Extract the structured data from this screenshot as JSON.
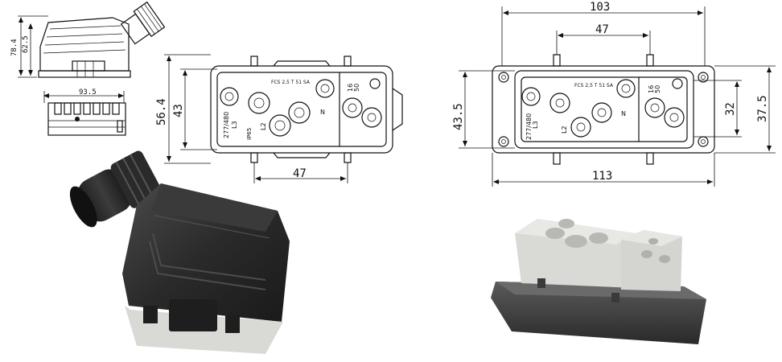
{
  "top_view": {
    "dim_height_outer": "78.4",
    "dim_height_inner": "62.5",
    "dim_length": "93.5"
  },
  "left_front_view": {
    "dim_height_outer": "56.4",
    "dim_height_inner": "43",
    "dim_pitch": "47",
    "label_fcs": "FCS 2,5 T 51 SA",
    "label_277": "277/480",
    "label_ip65": "IP65",
    "label_l3": "L3",
    "label_l2": "L2",
    "label_16": "16",
    "label_50": "50",
    "label_n": "N"
  },
  "right_front_view": {
    "dim_width_top": "103",
    "dim_pitch": "47",
    "dim_height_left": "43.5",
    "dim_height_inner": "32",
    "dim_height_outer": "37.5",
    "dim_width_bottom": "113",
    "label_fcs": "FCS 2,5 T 51 SA",
    "label_277": "277/480",
    "label_l3": "L3",
    "label_l2": "L2",
    "label_16": "16",
    "label_50": "50",
    "label_n": "N"
  },
  "colors": {
    "housing_dark": "#2b2b2b",
    "insert_gray": "#d9d9d6",
    "line": "#111111"
  }
}
